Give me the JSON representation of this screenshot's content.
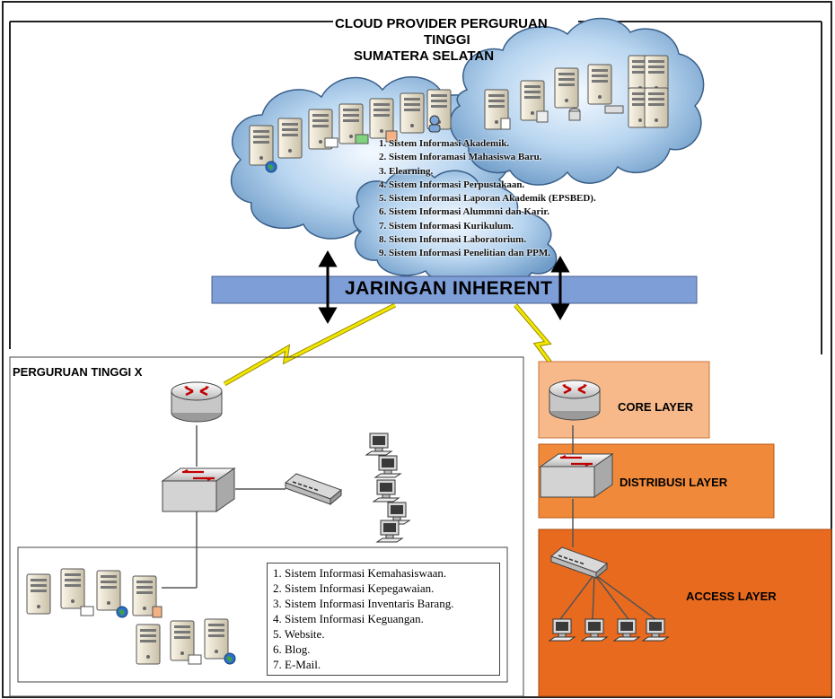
{
  "title_lines": [
    "CLOUD PROVIDER PERGURUAN",
    "TINGGI",
    "SUMATERA SELATAN"
  ],
  "cloud_services": [
    "1. Sistem Informasi Akademik.",
    "2. Sistem Inforamasi Mahasiswa Baru.",
    "3. Elearning.",
    "4. Sistem Informasi Perpustakaan.",
    "5. Sistem Informasi Laporan Akademik (EPSBED).",
    "6. Sistem Informasi Alummni dan Karir.",
    "7. Sistem Informasi Kurikulum.",
    "8. Sistem Informasi Laboratorium.",
    "9. Sistem Informasi Penelitian dan PPM."
  ],
  "network_bar_label": "JARINGAN INHERENT",
  "campus_label": "PERGURUAN TINGGI X",
  "campus_services": [
    "1. Sistem Informasi Kemahasiswaan.",
    "2. Sistem Informasi Kepegawaian.",
    "3. Sistem Informasi Inventaris Barang.",
    "4. Sistem Informasi Keguangan.",
    "5. Website.",
    "6. Blog.",
    "7. E-Mail."
  ],
  "layers": {
    "core": "CORE LAYER",
    "distribution": "DISTRIBUSI LAYER",
    "access": "ACCESS LAYER"
  },
  "colors": {
    "cloud_fill": "#9ec4e6",
    "bar_fill": "#7e9ed8",
    "core_fill": "#f7b98a",
    "distribution_fill": "#f08a3a",
    "access_fill": "#e86a1e",
    "wan_link": "#f2e600"
  }
}
